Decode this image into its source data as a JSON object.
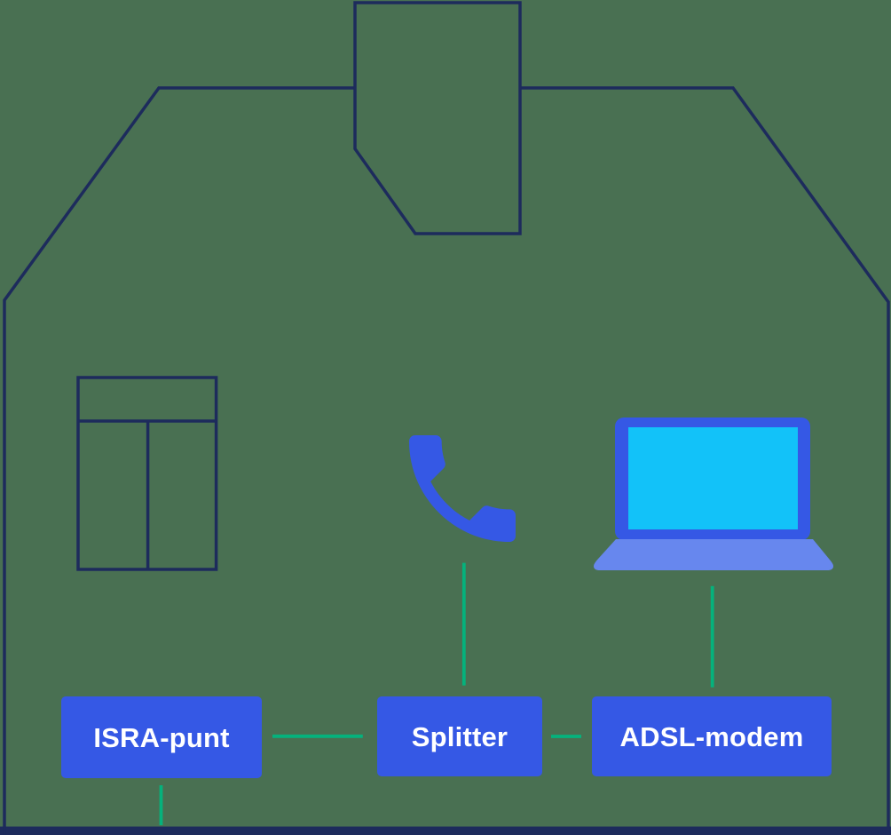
{
  "palette": {
    "background": "#497052",
    "outline_navy": "#1d2b5c",
    "accent_blue": "#3558e5",
    "laptop_base_blue": "#6787ee",
    "laptop_screen_cyan": "#12c2f9",
    "connector_green": "#05b27c",
    "label_text": "#ffffff"
  },
  "diagram": {
    "type": "home-adsl-wiring-diagram",
    "scene": [
      "house-outline",
      "chimney",
      "window",
      "floor-line"
    ],
    "nodes": [
      {
        "id": "isra-punt",
        "label": "ISRA-punt"
      },
      {
        "id": "splitter",
        "label": "Splitter"
      },
      {
        "id": "adsl-modem",
        "label": "ADSL-modem"
      }
    ],
    "devices": [
      {
        "id": "phone",
        "icon": "phone-icon"
      },
      {
        "id": "laptop",
        "icon": "laptop-icon"
      }
    ],
    "connections": [
      {
        "from": "phone",
        "to": "splitter"
      },
      {
        "from": "laptop",
        "to": "adsl-modem"
      },
      {
        "from": "isra-punt",
        "to": "splitter"
      },
      {
        "from": "splitter",
        "to": "adsl-modem"
      },
      {
        "from": "isra-punt",
        "to": "outside-line"
      }
    ]
  }
}
